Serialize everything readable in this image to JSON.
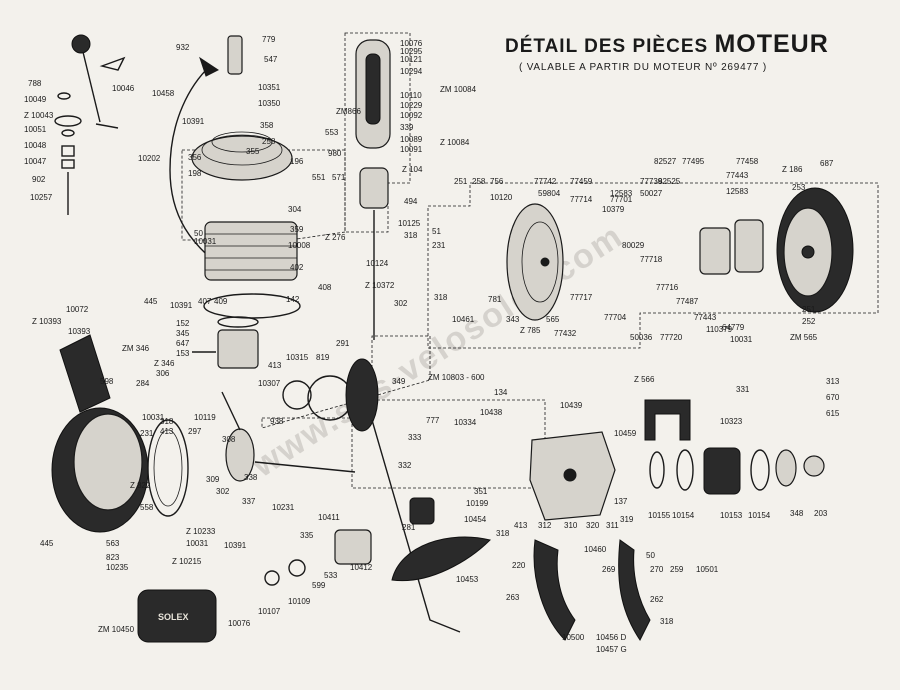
{
  "title_prefix": "DÉTAIL DES PIÈCES",
  "title_main": "MOTEUR",
  "subtitle": "( VALABLE A PARTIR DU MOTEUR Nº 269477 )",
  "watermark": "www.sos-velosolex.com",
  "brand_logo": "SOLEX",
  "parts": [
    "932",
    "779",
    "547",
    "10046",
    "788",
    "10049",
    "Z 10043",
    "10458",
    "10351",
    "10350",
    "10391",
    "358",
    "355",
    "258",
    "10051",
    "10048",
    "10047",
    "902",
    "10257",
    "10202",
    "356",
    "198",
    "196",
    "304",
    "10076",
    "10295",
    "10121",
    "10294",
    "10110",
    "10229",
    "10092",
    "339",
    "10089",
    "10091",
    "ZM 10084",
    "ZM866",
    "553",
    "Z 10084",
    "980",
    "551",
    "571",
    "Z 104",
    "494",
    "359",
    "10008",
    "Z 276",
    "10125",
    "318",
    "10124",
    "408",
    "Z 10372",
    "302",
    "50",
    "10031",
    "402",
    "445",
    "10391",
    "407",
    "409",
    "142",
    "152",
    "345",
    "647",
    "153",
    "413",
    "10315",
    "819",
    "10307",
    "291",
    "10072",
    "Z 10393",
    "10393",
    "ZM 346",
    "598",
    "284",
    "Z 346",
    "306",
    "938",
    "349",
    "ZM 10803 - 600",
    "251",
    "258",
    "756",
    "10120",
    "51",
    "231",
    "318",
    "10461",
    "781",
    "343",
    "565",
    "Z 785",
    "77742",
    "59804",
    "77432",
    "77717",
    "77459",
    "12583",
    "77714",
    "77701",
    "77739",
    "50027",
    "10379",
    "80029",
    "77718",
    "82525",
    "82527",
    "77495",
    "77458",
    "77443",
    "12583",
    "77716",
    "77704",
    "50036",
    "77720",
    "77487",
    "77443",
    "110379",
    "64779",
    "10031",
    "Z 186",
    "687",
    "253",
    "251",
    "252",
    "ZM 565",
    "Z 566",
    "331",
    "313",
    "670",
    "615",
    "10031",
    "231",
    "318",
    "413",
    "10119",
    "297",
    "308",
    "309",
    "302",
    "338",
    "337",
    "10231",
    "Z 822",
    "445",
    "558",
    "563",
    "823",
    "10235",
    "10031",
    "Z 10233",
    "10391",
    "Z 10215",
    "10411",
    "335",
    "10412",
    "533",
    "599",
    "10109",
    "10107",
    "10076",
    "ZM 10450",
    "134",
    "10439",
    "10438",
    "10334",
    "777",
    "333",
    "332",
    "351",
    "10199",
    "10454",
    "281",
    "413",
    "312",
    "310",
    "320",
    "311",
    "318",
    "10460",
    "10453",
    "220",
    "263",
    "269",
    "10500",
    "10456 D",
    "10457 G",
    "10459",
    "137",
    "319",
    "50",
    "270",
    "259",
    "10501",
    "262",
    "318",
    "10323",
    "10155",
    "10154",
    "10153",
    "10154",
    "348",
    "203"
  ]
}
